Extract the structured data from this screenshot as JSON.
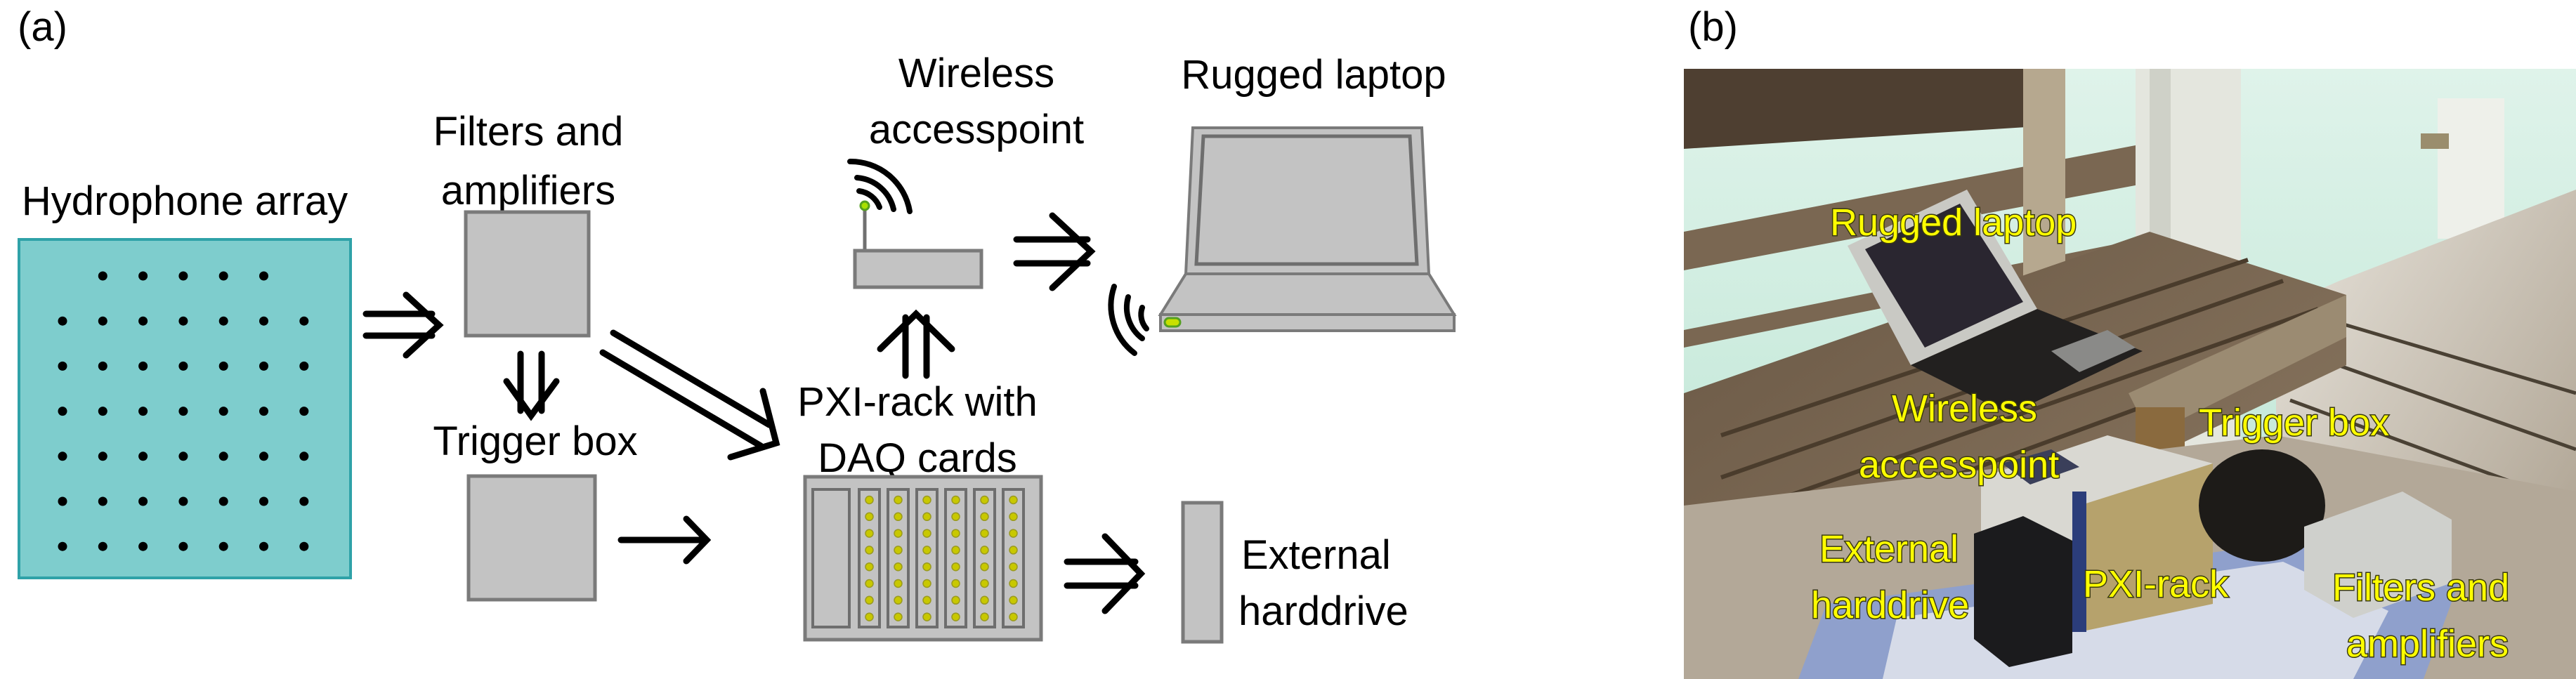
{
  "panel_a": {
    "tag": "(a)",
    "hydrophone_array": {
      "label": "Hydrophone array",
      "rows": [
        5,
        7,
        7,
        7,
        7,
        7,
        7
      ],
      "fill_color": "#7ecdcd",
      "border_color": "#2fa2a8"
    },
    "filters": {
      "label_line1": "Filters and",
      "label_line2": "amplifiers"
    },
    "trigger_box": {
      "label": "Trigger box"
    },
    "pxi_rack": {
      "label_line1": "PXI-rack with",
      "label_line2": "DAQ cards",
      "controller_slots": 1,
      "daq_cards": 6,
      "channels_per_card": 8,
      "led_color": "#c8c800"
    },
    "wireless_ap": {
      "label_line1": "Wireless",
      "label_line2": "accesspoint",
      "led_color": "#8fd400"
    },
    "laptop": {
      "label": "Rugged laptop",
      "led_color": "#c8e000"
    },
    "harddrive": {
      "label_line1": "External",
      "label_line2": "harddrive"
    },
    "component_fill": "#c3c3c3",
    "component_border": "#7a7a7a"
  },
  "panel_b": {
    "tag": "(b)",
    "photo_description": "Field photo on a pier: rugged laptop on a wooden bench, PXI-rack with external harddrive, wireless accesspoint on top, trigger box and filters/amplifiers on a towel",
    "labels": {
      "laptop": "Rugged laptop",
      "ap_line1": "Wireless",
      "ap_line2": "accesspoint",
      "trigger": "Trigger box",
      "hd_line1": "External",
      "hd_line2": "harddrive",
      "pxi": "PXI-rack",
      "filters_line1": "Filters and",
      "filters_line2": "amplifiers"
    },
    "label_color": "#ffff00"
  }
}
